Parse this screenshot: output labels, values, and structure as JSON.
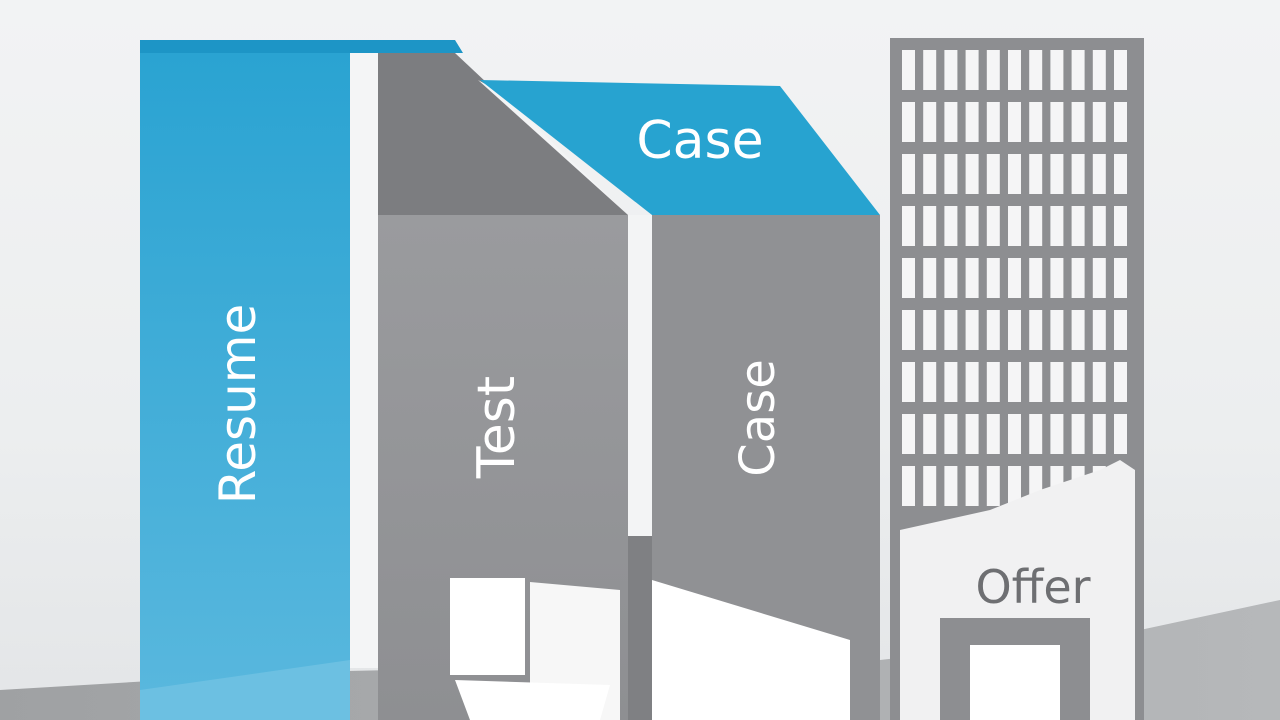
{
  "stages": {
    "resume": "Resume",
    "test": "Test",
    "case_top": "Case",
    "case_side": "Case",
    "offer": "Offer"
  },
  "colors": {
    "blue": "#29a7d3",
    "blue_light": "#58b7de",
    "gray_dark": "#7e7f82",
    "gray_mid": "#97989b",
    "gray_light": "#b9babc",
    "white": "#ffffff"
  }
}
